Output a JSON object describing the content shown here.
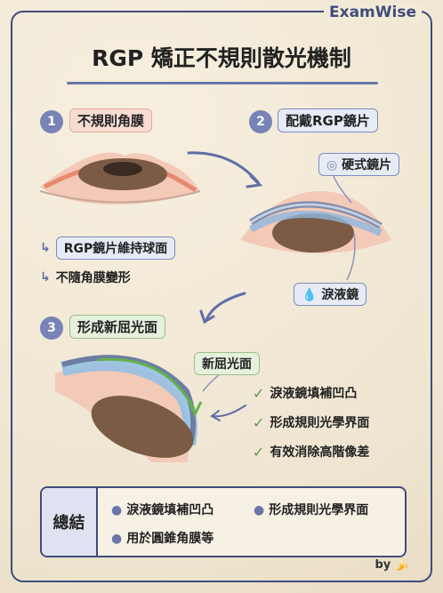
{
  "brand": "ExamWise",
  "title": "RGP 矯正不規則散光機制",
  "steps": [
    {
      "num": "1",
      "label": "不規則角膜"
    },
    {
      "num": "2",
      "label": "配戴RGP鏡片"
    },
    {
      "num": "3",
      "label": "形成新屈光面"
    }
  ],
  "lens_callout": "硬式鏡片",
  "tear_callout": "淚液鏡",
  "step2_notes": [
    "RGP鏡片維持球面",
    "不隨角膜變形"
  ],
  "new_surface_label": "新屈光面",
  "effects": [
    "淚液鏡填補凹凸",
    "形成規則光學界面",
    "有效消除高階像差"
  ],
  "summary": {
    "label": "總結",
    "items": [
      "淚液鏡填補凹凸",
      "形成規則光學界面",
      "用於圓錐角膜等"
    ]
  },
  "byline": "by",
  "colors": {
    "accent": "#3f4d7a",
    "check": "#5a9a55",
    "pink": "#f7dcd2"
  }
}
